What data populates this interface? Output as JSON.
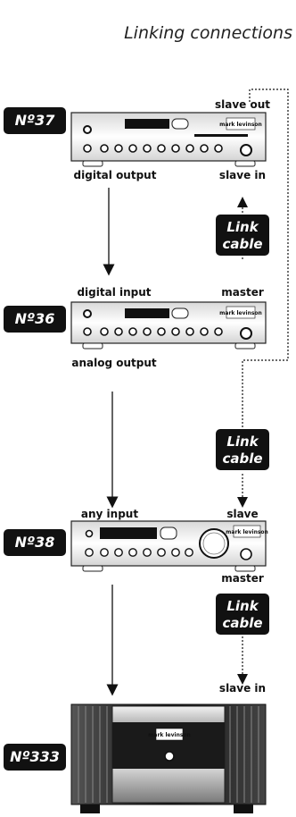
{
  "title": "Linking connections",
  "devices": {
    "n37": {
      "badge": "Nº37",
      "logo": "mark levinson",
      "labels": {
        "slave_out": "slave out",
        "digital_output": "digital output",
        "slave_in": "slave in"
      }
    },
    "n36": {
      "badge": "Nº36",
      "logo": "mark levinson",
      "labels": {
        "digital_input": "digital input",
        "master": "master",
        "analog_output": "analog output"
      }
    },
    "n38": {
      "badge": "Nº38",
      "logo": "mark levinson",
      "labels": {
        "any_input": "any input",
        "slave": "slave",
        "master": "master"
      }
    },
    "n333": {
      "badge": "Nº333",
      "logo": "mark levinson",
      "labels": {
        "slave_in": "slave in"
      }
    }
  },
  "link_cables": [
    {
      "line1": "Link",
      "line2": "cable"
    },
    {
      "line1": "Link",
      "line2": "cable"
    },
    {
      "line1": "Link",
      "line2": "cable"
    }
  ]
}
